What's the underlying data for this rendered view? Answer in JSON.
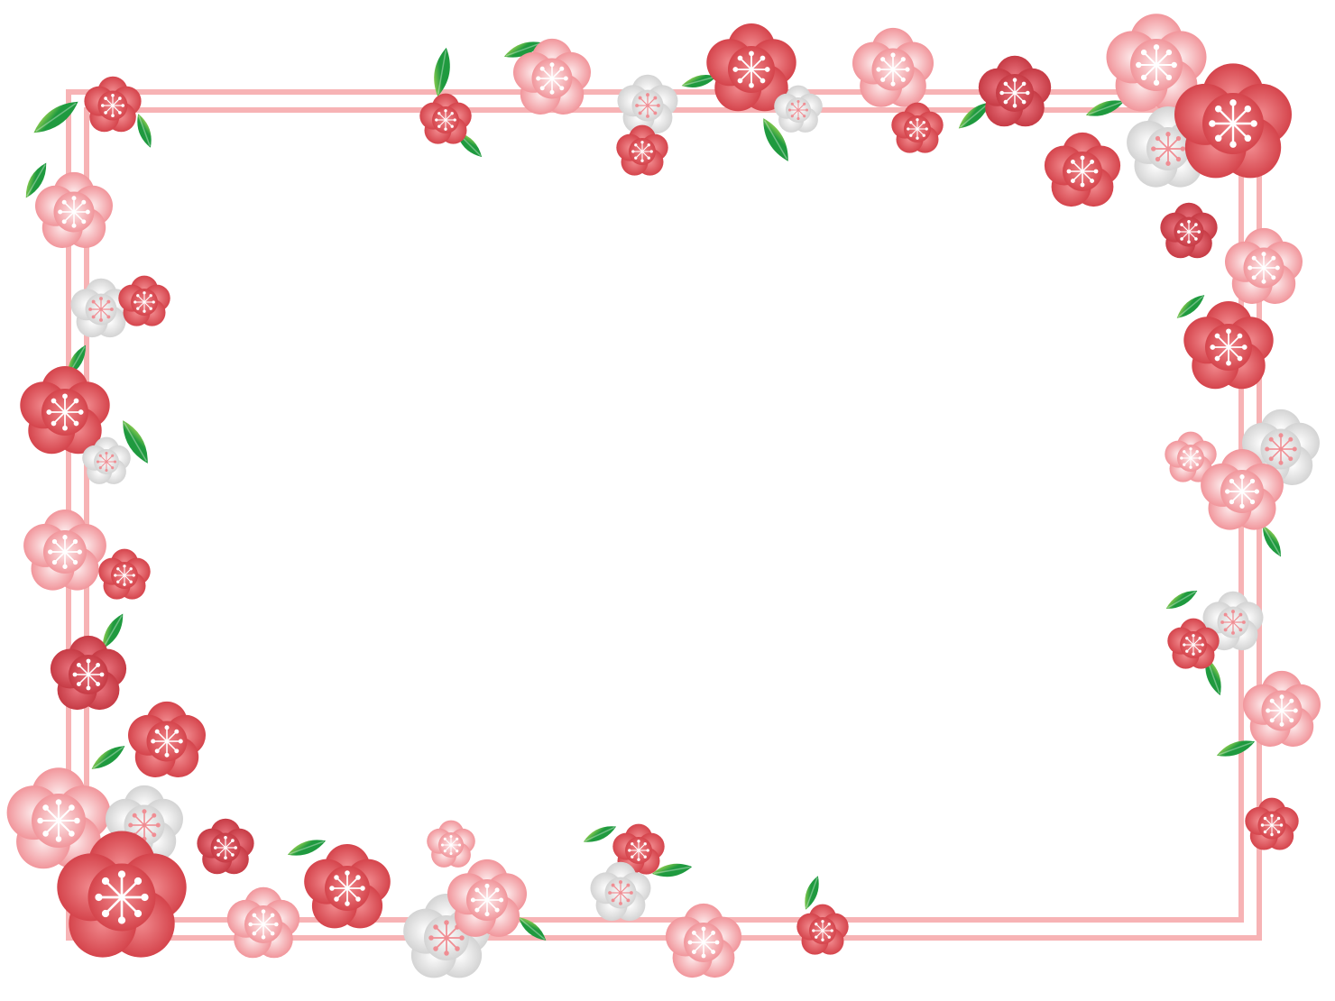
{
  "colors": {
    "background": "#ffffff",
    "frame_line": "#f7b3b5",
    "leaf_dark": "#1f9a3f",
    "leaf_light": "#c8e85a",
    "petal_crimson_center": "#e8727c",
    "petal_crimson_edge": "#c3353f",
    "petal_red_center": "#f18a8e",
    "petal_red_edge": "#d23d45",
    "petal_pink_center": "#fdebec",
    "petal_pink_edge": "#f08d93",
    "petal_white_center": "#ffffff",
    "petal_white_edge": "#cfcfcf"
  },
  "decoration": {
    "frame_style": "double-line",
    "motif": "plum-blossom",
    "flower_kinds": [
      "red",
      "crimson",
      "pink",
      "white"
    ],
    "leaf_icon": "leaf-icon",
    "flower_icon": "plum-blossom-icon"
  }
}
